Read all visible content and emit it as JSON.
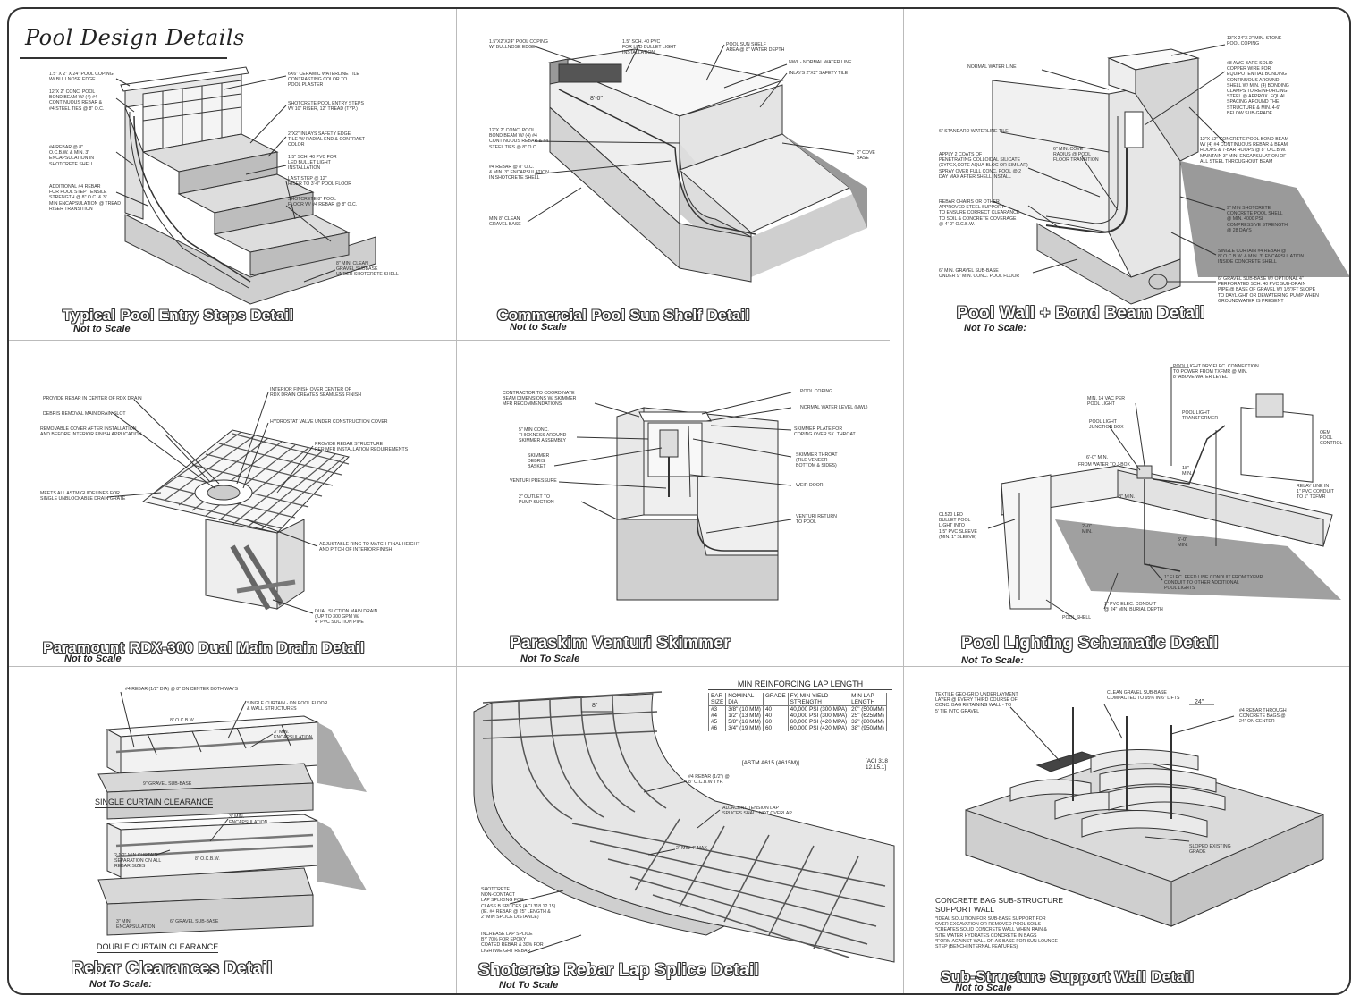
{
  "sheet": {
    "title": "Pool Design Details"
  },
  "panels": {
    "p1": {
      "title": "Typical Pool Entry Steps Detail",
      "scale": "Not to Scale",
      "notes": [
        "1.5\" x 2\" x 24\" POOL COPING\nW/ BULLNOSE EDGE",
        "12\"x 2\" CONC. POOL\nBOND BEAM W/ (4) #4\nCONTINUOUS REBAR &\n#4 STEEL TIES @ 8\" O.C.",
        "#4 REBAR @ 8\"\nO.C.B.W. & MIN. 3\"\nENCAPSULATION IN\nSHOTCRETE SHELL",
        "ADDITIONAL #4 REBAR\nFOR POOL STEP TENSILE\nSTRENGTH @ 8\" O.C. & 3\"\nMIN ENCAPSULATION @ TREAD\nRISER TRANSITION",
        "6x6\" CERAMIC WATERLINE TILE\nCONTRASTING COLOR TO\nPOOL PLASTER",
        "SHOTCRETE POOL ENTRY STEPS\nW/ 10\" RISER, 12\" TREAD (TYP.)",
        "2\"x2\" INLAYS SAFETY EDGE\nTILE W/ RADIAL END & CONTRAST\nCOLOR",
        "1.5\" SCH. 40 PVC FOR\nLED BULLET LIGHT\nINSTALLATION",
        "LAST STEP @ 12\"\nRISER TO 3'-0\" POOL FLOOR",
        "SHOTCRETE 8\" POOL\nFLOOR W/ #4 REBAR @ 8\" O.C.",
        "8\" MIN. CLEAN\nGRAVEL SUBBASE\nUNDER SHOTCRETE SHELL"
      ]
    },
    "p2": {
      "title": "Commercial Pool Sun Shelf Detail",
      "scale": "Not to Scale",
      "notes": [
        "1.5\"x2\"x24\" POOL COPING\nW/ BULLNOSE EDGE",
        "1.5\" SCH. 40 PVC\nFOR LED BULLET LIGHT\nINSTALLATION",
        "POOL SUN SHELF\nAREA @ 8\" WATER DEPTH",
        "NWL - NORMAL WATER LINE",
        "INLAYS 2\"x2\" SAFETY TILE",
        "12\"x 2\" CONC. POOL\nBOND BEAM W/ (4) #4\nCONTINUOUS REBAR & #4\nSTEEL TIES @ 8\" O.C.",
        "#4 REBAR @ 8\" O.C.\n& MIN. 3\" ENCAPSULATION\nIN SHOTCRETE SHELL",
        "2\" COVE\nBASE",
        "MIN 8\" CLEAN\nGRAVEL BASE"
      ],
      "dim_width": "8'-0\""
    },
    "p3": {
      "title": "Pool Wall + Bond Beam Detail",
      "scale": "Not To Scale:",
      "notes": [
        "NORMAL WATER LINE",
        "6\" STANDARD WATERLINE TILE",
        "APPLY 2 COATS OF\nPENETRATING COLLOIDAL SILICATE\n(XYPEX,COTE AQUA-BLOC OR SIMILAR)\nSPRAY OVER FULL CONC. POOL @ 2\nDAY MAX AFTER SHELL INSTALL",
        "6\" MIN. COVE\nRADIUS @ POOL\nFLOOR TRANSITION",
        "REBAR CHAIRS OR OTHER\nAPPROVED STEEL SUPPORT\nTO ENSURE CORRECT CLEARANCE\nTO SOIL & CONCRETE COVERAGE\n@ 4'-0\" O.C.B.W.",
        "6\" MIN. GRAVEL SUB-BASE\nUNDER 9\" MIN. CONC. POOL FLOOR",
        "13\"x 24\"x 2\" MIN. STONE\nPOOL COPING",
        "#8 AWG BARE SOLID\nCOPPER WIRE FOR\nEQUIPOTENTIAL BONDING\nCONTINUOUS AROUND\nSHELL W/ MIN. (4) BONDING\nCLAMPS TO REINFORCING\nSTEEL @ APPROX. EQUAL\nSPACING AROUND THE\nSTRUCTURE & MIN. 4-6\"\nBELOW SUB-GRADE",
        "12\"x 12\" CONCRETE POOL BOND BEAM\nW/ (4) #4 CONTINUOUS REBAR & BEAM\nHOOPS & 7-BAR HOOPS @ 8\" O.C.B.W.\nMAINTAIN 3\" MIN. ENCAPSULATION OF\nALL STEEL THROUGHOUT BEAM",
        "9\" MIN SHOTCRETE\nCONCRETE POOL SHELL\n@ MIN. 4000 PSI\nCOMPRESSIVE STRENGTH\n@ 28 DAYS",
        "SINGLE CURTAIN #4 REBAR @\n8\" O.C.B.W. & MIN. 3\" ENCAPSULATION\nINSIDE CONCRETE SHELL",
        "6\" GRAVEL SUB-BASE W/ OPTIONAL 4\"\nPERFORATED SCH. 40 PVC SUB-DRAIN\nPIPE @ BASE OF GRAVEL W/ 1/8\"/FT SLOPE\nTO DAYLIGHT OR DEWATERING PUMP WHEN\nGROUNDWATER IS PRESENT"
      ]
    },
    "p4": {
      "title": "Paramount RDX-300 Dual Main Drain Detail",
      "scale": "Not to Scale",
      "notes": [
        "PROVIDE REBAR IN CENTER OF RDX DRAIN",
        "DEBRIS REMOVAL MAIN DRAIN SLOT",
        "REMOVABLE COVER AFTER INSTALLATION\nAND BEFORE INTERIOR FINISH APPLICATION",
        "MEETS ALL ASTM GUIDELINES FOR\nSINGLE UNBLOCKABLE DRAIN GRATE",
        "INTERIOR FINISH OVER CENTER OF\nRDX DRAIN CREATES SEAMLESS FINISH",
        "HYDROSTAT VALVE UNDER CONSTRUCTION COVER",
        "PROVIDE REBAR STRUCTURE\nPER MFR INSTALLATION REQUIREMENTS",
        "ADJUSTABLE RING TO MATCH FINAL HEIGHT\nAND PITCH OF INTERIOR FINISH",
        "DUAL SUCTION MAIN DRAIN\n( UP TO 300 GPM W/\n4\" PVC SUCTION PIPE"
      ]
    },
    "p5": {
      "title": "Paraskim Venturi Skimmer",
      "scale": "Not To Scale",
      "notes": [
        "CONTRACTOR TO COORDINATE\nBEAM DIMENSIONS W/ SKIMMER\nMFR RECOMMENDATIONS",
        "5\" MIN CONC.\nTHICKNESS AROUND\nSKIMMER ASSEMBLY",
        "SKIMMER\nDEBRIS\nBASKET",
        "VENTURI PRESSURE",
        "2\" OUTLET TO\nPUMP SUCTION",
        "POOL COPING",
        "NORMAL WATER LEVEL (NWL)",
        "SKIMMER PLATE FOR\nCOPING OVER SK. THROAT",
        "SKIMMER THROAT\n(TILE VENEER\nBOTTOM & SIDES)",
        "WEIR DOOR",
        "VENTURI RETURN\nTO POOL"
      ]
    },
    "p6": {
      "title": "Pool Lighting Schematic Detail",
      "scale": "Not To Scale:",
      "notes": [
        "POOL LIGHT DRY ELEC. CONNECTION\nTO POWER FROM TXFMR @ MIN.\n8\" ABOVE WATER LEVEL",
        "MIN. 14 VAC PER\nPOOL LIGHT",
        "POOL LIGHT\nJUNCTION BOX",
        "POOL LIGHT\nTRANSFORMER",
        "OEM\nPOOL\nCONTROL",
        "RELAY LINE IN\n1\" PVC CONDUIT\nTO 1\" TXFMR",
        "CL520 LED\nBULLET POOL\nLIGHT INTO\n1.5\" PVC SLEEVE\n(MIN. 1\" SLEEVE)",
        "1\" ELEC. FEED LINE CONDUIT FROM TXFMR\nCONDUIT TO OTHER ADDITIONAL\nPOOL LIGHTS",
        "1\" PVC ELEC. CONDUIT\n@ 24\" MIN. BURIAL DEPTH",
        "POOL SHELL"
      ],
      "dims": [
        "6'-0\" MIN.",
        "FROM WATER TO J-BOX",
        "18\"\nMIN.",
        "8\" MIN.",
        "2'-0\"\nMIN.",
        "5'-0\"\nMIN."
      ]
    },
    "p7": {
      "title": "Rebar Clearances Detail",
      "scale": "Not To Scale:",
      "label_single": "SINGLE CURTAIN CLEARANCE",
      "label_double": "DOUBLE CURTAIN CLEARANCE",
      "notes": [
        "#4 REBAR (1/2\" DIA) @ 8\" ON CENTER BOTH WAYS",
        "SINGLE CURTAIN - ON POOL FLOOR\n& WALL STRUCTURES",
        "8\" O.C.B.W.",
        "3\" MIN.\nENCAPSULATION",
        "9\" GRAVEL SUB-BASE",
        "3\" MIN.\nENCAPSULATION",
        "2 1/2\" MIN CURTAIN\nSEPARATION ON ALL\nREBAR SIZES",
        "8\" O.C.B.W.",
        "3\" MIN.\nENCAPSULATION",
        "6\" GRAVEL SUB-BASE"
      ]
    },
    "p8": {
      "title": "Shotcrete Rebar Lap Splice Detail",
      "scale": "Not To Scale",
      "lap_table": {
        "title": "MIN REINFORCING LAP LENGTH",
        "headers": [
          "BAR\nSIZE",
          "NOMINAL\nDIA",
          "GRADE",
          "FY, MIN YIELD\nSTRENGTH",
          "MIN LAP\nLENGTH"
        ],
        "rows": [
          [
            "#3",
            "3/8\" (10 MM)",
            "40",
            "40,000 PSI (300 MPA)",
            "20\" (500MM)"
          ],
          [
            "#4",
            "1/2\" (13 MM)",
            "40",
            "40,000 PSI (300 MPA)",
            "25\" (625MM)"
          ],
          [
            "#5",
            "5/8\" (16 MM)",
            "60",
            "60,000 PSI (420 MPA)",
            "32\" (800MM)"
          ],
          [
            "#6",
            "3/4\" (19 MM)",
            "60",
            "60,000 PSI (420 MPA)",
            "38\" (950MM)"
          ]
        ],
        "footnote": "[ASTM A615 (A615M)]",
        "footnote2": "[ACI 318\n12.15.1]"
      },
      "notes": [
        "#4 REBAR (1/2\") @\n8\" O.C.B.W TYP.",
        "ADJACENT TENSION LAP\nSPLICES SHALL NOT OVERLAP",
        "2\" MIN-4\" MAX",
        "SHOTCRETE\nNON-CONTACT\nLAP SPLICING FOR\nCLASS B SPLICES (ACI 318 12.15)\n(IE. #4 REBAR @ 25\" LENGTH &\n2\" MIN SPLICE DISTANCE)",
        "INCREASE LAP SPLICE\nBY 70% FOR EPOXY\nCOATED REBAR & 30% FOR\nLIGHTWEIGHT REBAR"
      ],
      "dim": "8\""
    },
    "p9": {
      "title": "Sub-Structure Support Wall Detail",
      "scale": "Not to Scale",
      "heading": "CONCRETE BAG SUB-STRUCTURE\nSUPPORT WALL",
      "notes": [
        "TEXTILE GEO-GRID UNDERLAYMENT\nLAYER @ EVERY THIRD COURSE OF\nCONC. BAG RETAINING WALL - TO\n5' TIE INTO GRAVEL",
        "CLEAN GRAVEL SUB-BASE\nCOMPACTED TO 95% IN 6\" LIFTS",
        "#4 REBAR THROUGH\nCONCRETE BAGS @\n24\" ON CENTER",
        "SLOPED EXISTING\nGRADE",
        "*IDEAL SOLUTION FOR SUB-BASE SUPPORT FOR\nOVER-EXCAVATION OR REMOVED POOL SOILS\n*CREATES SOLID CONCRETE WALL WHEN RAIN &\nSITE WATER HYDRATES CONCRETE IN BAGS\n*FORM AGAINST WALL OR AS BASE FOR SUN LOUNGE\nSTEP (BENCH INTERNAL FEATURES)"
      ],
      "dim": "24\""
    }
  }
}
